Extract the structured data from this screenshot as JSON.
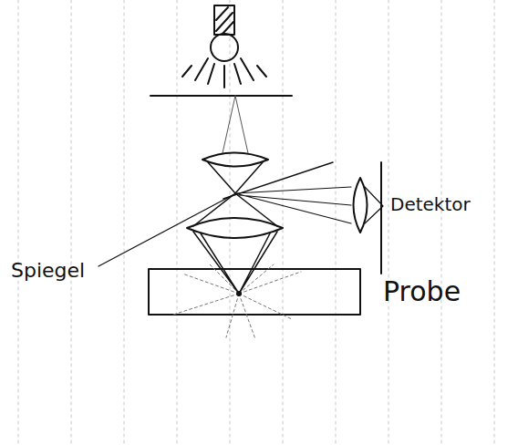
{
  "diagram": {
    "labels": [
      "Spiegel",
      "Detektor",
      "Probe"
    ]
  }
}
